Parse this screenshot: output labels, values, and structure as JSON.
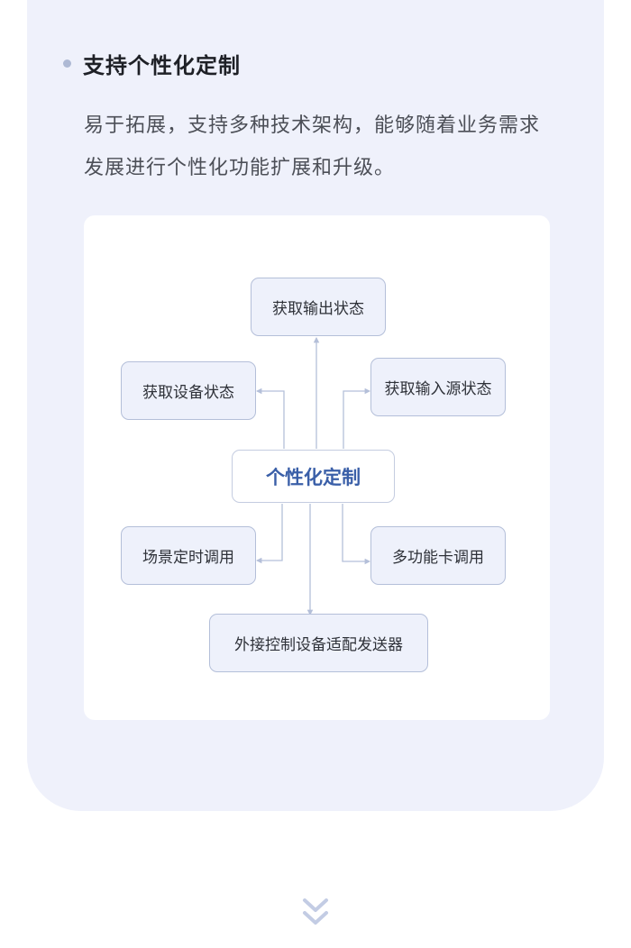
{
  "section": {
    "heading": "支持个性化定制",
    "description_lines": [
      "易于拓展，支持多种技术架构，能够随着业务需求",
      "发展进行个性化功能扩展和升级。"
    ]
  },
  "diagram": {
    "center": "个性化定制",
    "nodes": {
      "output_status": "获取输出状态",
      "device_status": "获取设备状态",
      "input_source_status": "获取输入源状态",
      "scene_timer": "场景定时调用",
      "multi_function_card": "多功能卡调用",
      "external_adapter": "外接控制设备适配发送器"
    }
  },
  "colors": {
    "card_background": "#eff1fb",
    "node_fill": "#eef1fb",
    "node_border": "#b4bfd9",
    "center_text": "#3a5fa8",
    "connector": "#b4bfd9",
    "chevron": "#c3cce4"
  },
  "icons": {
    "bullet": "dot-bullet-icon",
    "scroll_hint": "double-chevron-down-icon"
  }
}
